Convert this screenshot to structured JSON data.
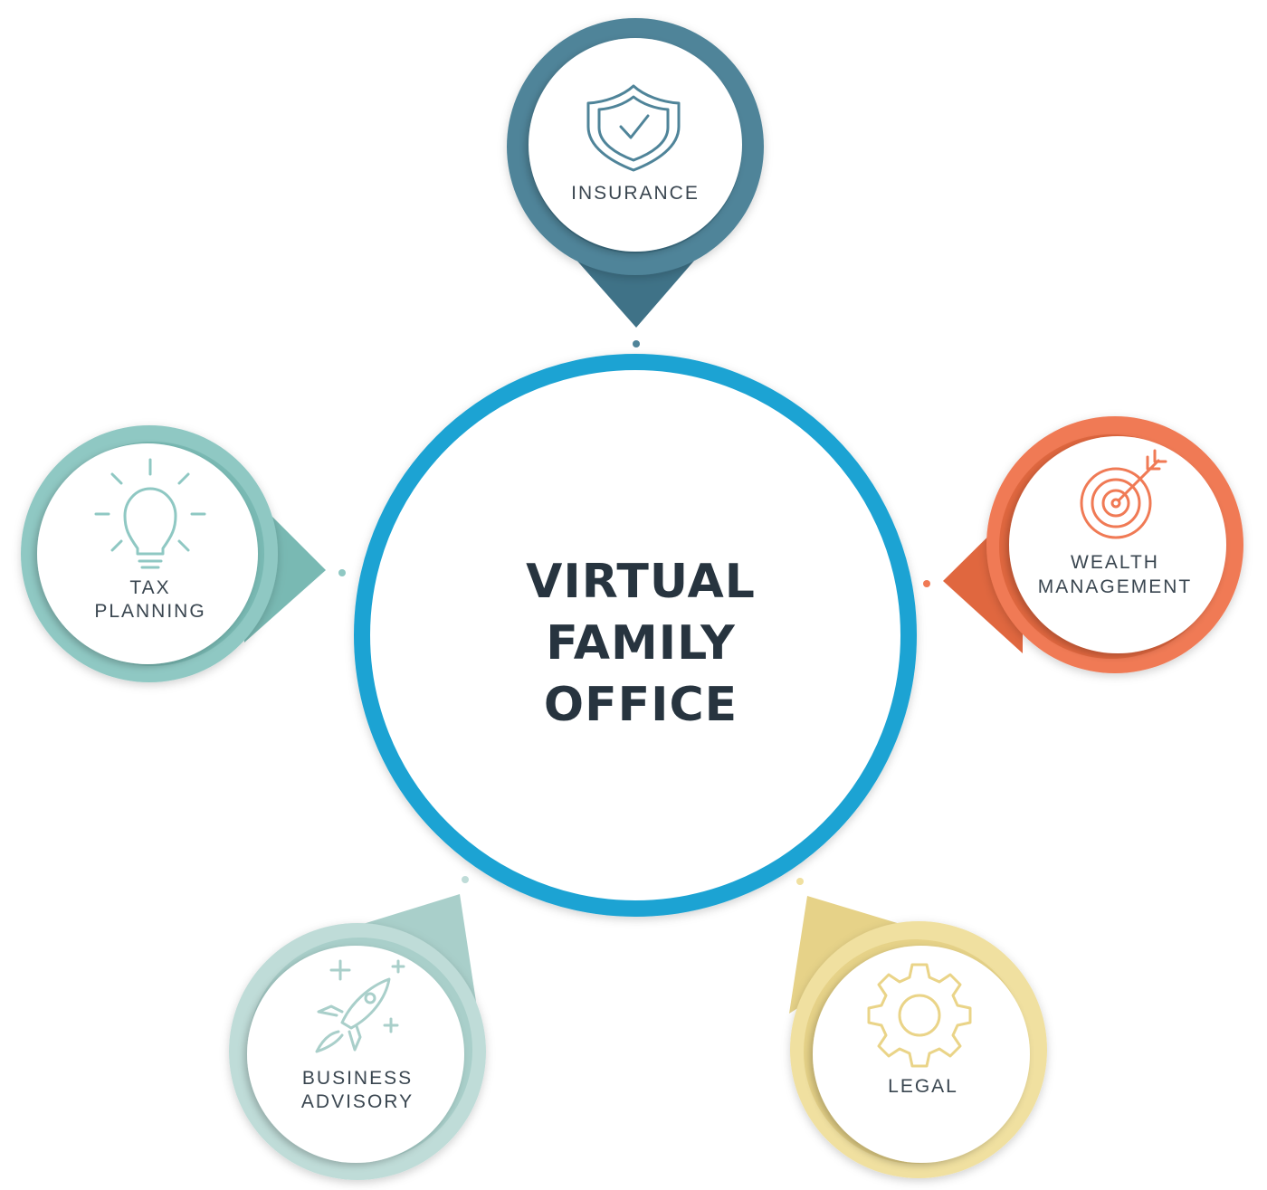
{
  "center": {
    "line1": "VIRTUAL",
    "line2": "FAMILY",
    "line3": "OFFICE",
    "ring_color": "#1aa3d3"
  },
  "nodes": {
    "insurance": {
      "label": "INSURANCE",
      "icon": "shield-check-icon",
      "color": "#4f8499",
      "color_dark": "#3f7287"
    },
    "wealth": {
      "label_line1": "WEALTH",
      "label_line2": "MANAGEMENT",
      "icon": "target-arrow-icon",
      "color": "#f07a55",
      "color_dark": "#e0673f"
    },
    "tax": {
      "label_line1": "TAX",
      "label_line2": "PLANNING",
      "icon": "lightbulb-icon",
      "color": "#8fc8c3",
      "color_dark": "#79b9b3"
    },
    "business": {
      "label_line1": "BUSINESS",
      "label_line2": "ADVISORY",
      "icon": "rocket-icon",
      "color": "#bfdcd8",
      "color_dark": "#a9cfca"
    },
    "legal": {
      "label": "LEGAL",
      "icon": "gear-icon",
      "color": "#f0e0a0",
      "color_dark": "#e6d288"
    }
  }
}
